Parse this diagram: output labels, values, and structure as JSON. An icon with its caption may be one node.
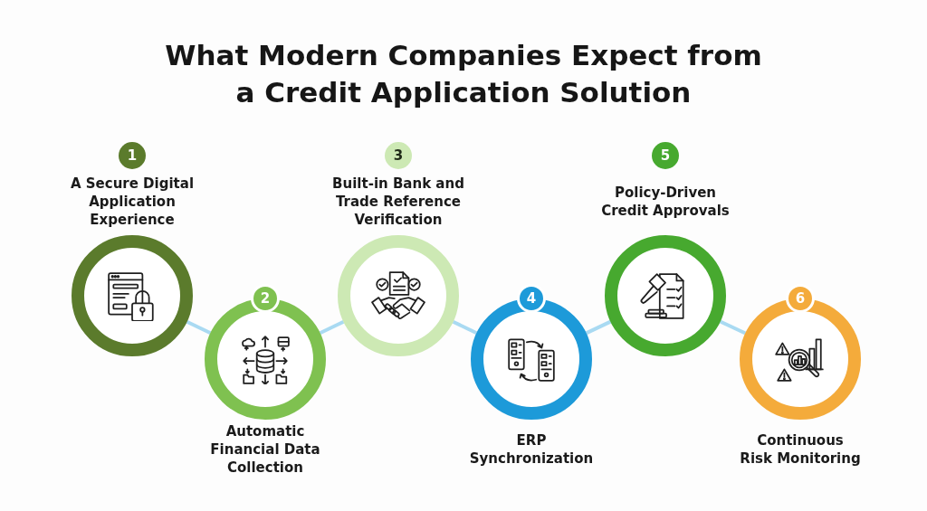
{
  "diagram": {
    "title": "What Modern Companies Expect from a Credit Application Solution",
    "nodes": [
      {
        "text": [
          "1",
          "A Secure Digital Application Experience"
        ]
      },
      {
        "text": [
          "2",
          "Automatic Financial Data Collection"
        ]
      },
      {
        "text": [
          "3",
          "Built-in Bank and Trade Reference Verification"
        ]
      },
      {
        "text": [
          "4",
          "ERP Synchronization"
        ]
      },
      {
        "text": [
          "5",
          "Policy-Driven Credit Approvals"
        ]
      },
      {
        "text": [
          "6",
          "Continuous Risk Monitoring"
        ]
      }
    ],
    "edges": [
      {
        "from": 0,
        "to": 1,
        "arrow": "none"
      },
      {
        "from": 1,
        "to": 2,
        "arrow": "none"
      },
      {
        "from": 2,
        "to": 3,
        "arrow": "none"
      },
      {
        "from": 3,
        "to": 4,
        "arrow": "none"
      },
      {
        "from": 4,
        "to": 5,
        "arrow": "none"
      }
    ]
  }
}
